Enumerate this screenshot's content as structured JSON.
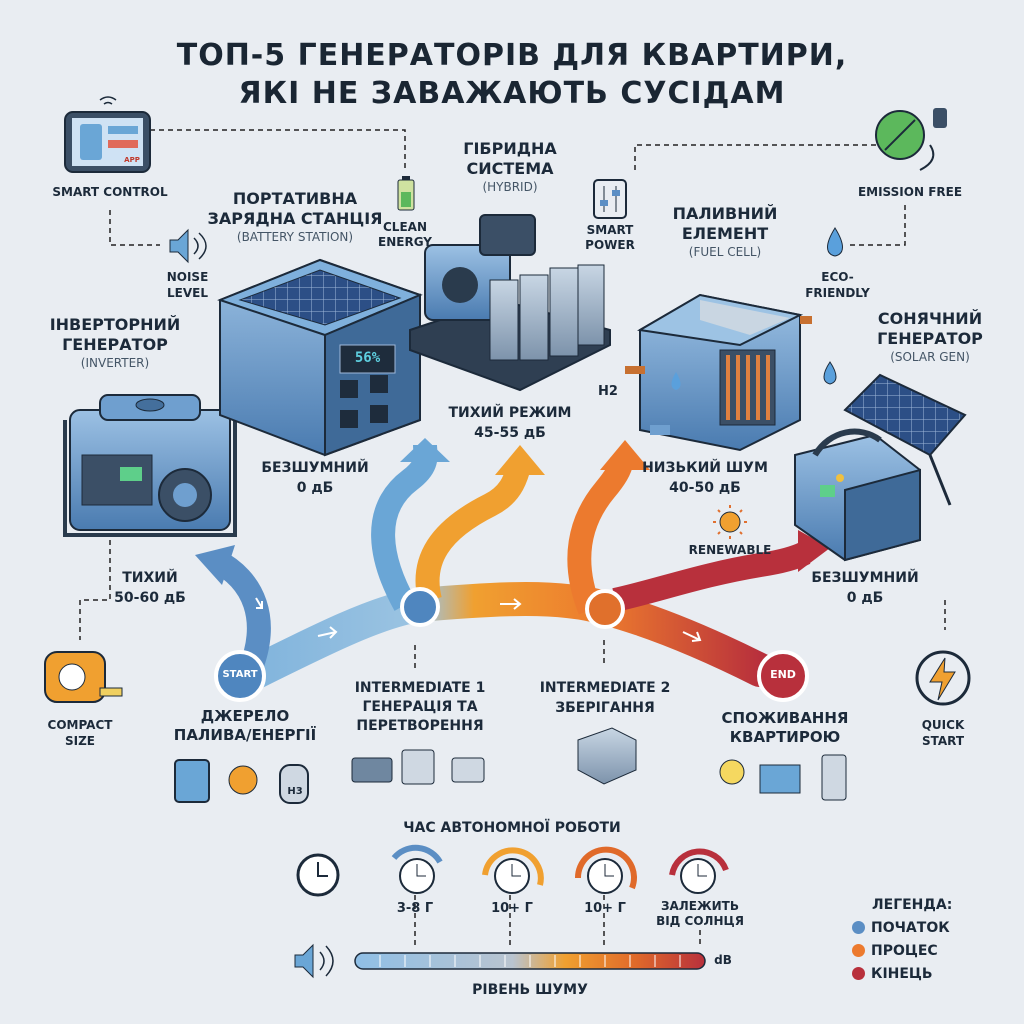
{
  "title": {
    "line1": "ТОП-5 ГЕНЕРАТОРІВ ДЛЯ КВАРТИРИ,",
    "line2": "ЯКІ НЕ ЗАВАЖАЮТЬ СУСІДАМ"
  },
  "generators": [
    {
      "name1": "ІНВЕРТОРНИЙ",
      "name2": "ГЕНЕРАТОР",
      "sub": "(INVERTER)",
      "noise1": "ТИХИЙ",
      "noise2": "50-60 дБ",
      "color": "#5b8ec4"
    },
    {
      "name1": "ПОРТАТИВНА",
      "name2": "ЗАРЯДНА СТАНЦІЯ",
      "sub": "(BATTERY STATION)",
      "noise1": "БЕЗШУМНИЙ",
      "noise2": "0 дБ",
      "color": "#6aa6d6",
      "display": "56%"
    },
    {
      "name1": "ГІБРИДНА",
      "name2": "СИСТЕМА",
      "sub": "(HYBRID)",
      "noise1": "ТИХИЙ РЕЖИМ",
      "noise2": "45-55 дБ",
      "color": "#f0a030"
    },
    {
      "name1": "ПАЛИВНИЙ",
      "name2": "ЕЛЕМЕНТ",
      "sub": "(FUEL CELL)",
      "noise1": "НИЗЬКИЙ ШУМ",
      "noise2": "40-50 дБ",
      "color": "#ec7a2e",
      "h2": "H2"
    },
    {
      "name1": "СОНЯЧНИЙ",
      "name2": "ГЕНЕРАТОР",
      "sub": "(SOLAR GEN)",
      "noise1": "БЕЗШУМНИЙ",
      "noise2": "0 дБ",
      "color": "#b8303c"
    }
  ],
  "features": {
    "smart_control": "SMART CONTROL",
    "clean_energy": [
      "CLEAN",
      "ENERGY"
    ],
    "smart_power": [
      "SMART",
      "POWER"
    ],
    "emission_free": "EMISSION FREE",
    "noise_level": [
      "NOISE",
      "LEVEL"
    ],
    "eco_friendly": [
      "ECO-",
      "FRIENDLY"
    ],
    "renewable": "RENEWABLE",
    "compact_size": [
      "COMPACT",
      "SIZE"
    ],
    "quick_start": [
      "QUICK",
      "START"
    ],
    "tablet_badge": "APP"
  },
  "flow": {
    "start": "START",
    "end": "END",
    "source": [
      "ДЖЕРЕЛО",
      "ПАЛИВА/ЕНЕРГІЇ"
    ],
    "intermediate1": [
      "INTERMEDIATE 1",
      "ГЕНЕРАЦІЯ ТА",
      "ПЕРЕТВОРЕННЯ"
    ],
    "intermediate2": [
      "INTERMEDIATE 2",
      "ЗБЕРІГАННЯ"
    ],
    "consumption": [
      "СПОЖИВАННЯ",
      "КВАРТИРОЮ"
    ],
    "h3_label": "H3"
  },
  "runtime": {
    "title": "ЧАС АВТОНОМНОЇ РОБОТИ",
    "labels": [
      "3-8 Г",
      "10+ Г",
      "10+ Г"
    ],
    "last": [
      "ЗАЛЕЖИТЬ",
      "ВІД СОЛНЦЯ"
    ]
  },
  "noise_bar": {
    "label": "РІВЕНЬ ШУМУ",
    "unit": "dB"
  },
  "legend": {
    "title": "ЛЕГЕНДА:",
    "items": [
      {
        "label": "ПОЧАТОК",
        "color": "#5b8ec4"
      },
      {
        "label": "ПРОЦЕС",
        "color": "#ec7a2e"
      },
      {
        "label": "КІНЕЦЬ",
        "color": "#b8303c"
      }
    ]
  }
}
